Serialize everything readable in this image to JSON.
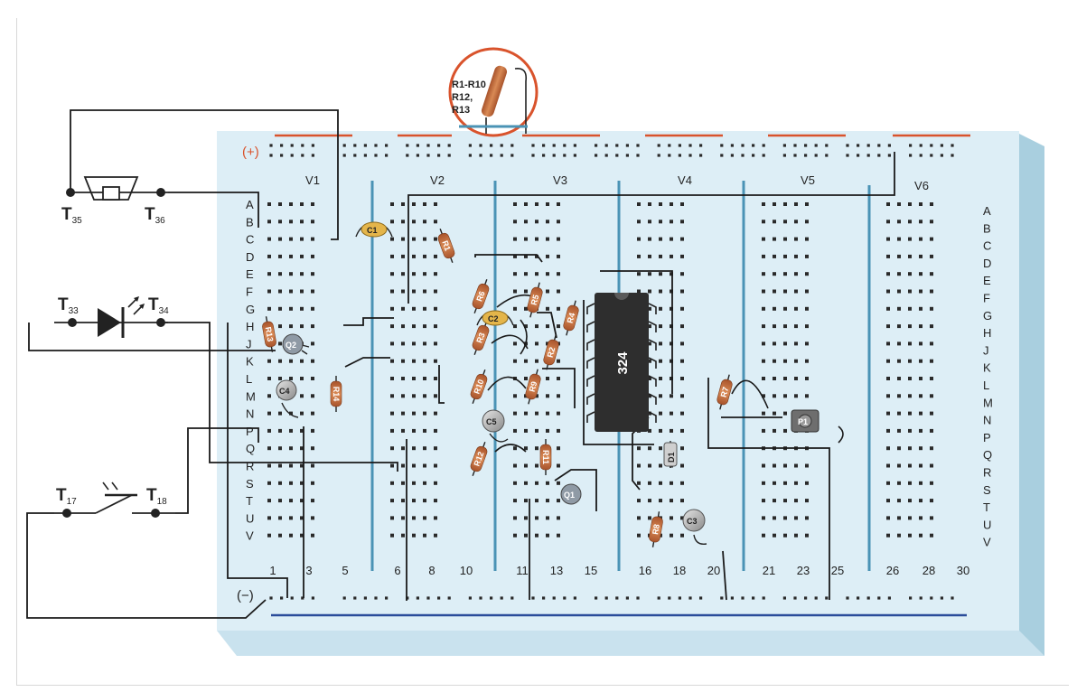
{
  "rails": {
    "plus_label": "(+)",
    "minus_label": "(−)"
  },
  "voltage_sections": [
    "V1",
    "V2",
    "V3",
    "V4",
    "V5",
    "V6"
  ],
  "row_labels_left": [
    "A",
    "B",
    "C",
    "D",
    "E",
    "F",
    "G",
    "H",
    "J",
    "K",
    "L",
    "M",
    "N",
    "P",
    "Q",
    "R",
    "S",
    "T",
    "U",
    "V"
  ],
  "row_labels_right": [
    "A",
    "B",
    "C",
    "D",
    "E",
    "F",
    "G",
    "H",
    "J",
    "K",
    "L",
    "M",
    "N",
    "P",
    "Q",
    "R",
    "S",
    "T",
    "U",
    "V"
  ],
  "column_labels": [
    "1",
    "3",
    "5",
    "6",
    "8",
    "10",
    "11",
    "13",
    "15",
    "16",
    "18",
    "20",
    "21",
    "23",
    "25",
    "26",
    "28",
    "30"
  ],
  "terminals": {
    "t35": {
      "main": "T",
      "sub": "35"
    },
    "t36": {
      "main": "T",
      "sub": "36"
    },
    "t33": {
      "main": "T",
      "sub": "33"
    },
    "t34": {
      "main": "T",
      "sub": "34"
    },
    "t17": {
      "main": "T",
      "sub": "17"
    },
    "t18": {
      "main": "T",
      "sub": "18"
    }
  },
  "callout": {
    "line1": "R1-R10",
    "line2": "R12,",
    "line3": "R13"
  },
  "chip_label": "324",
  "components": {
    "r1": "R1",
    "r2": "R2",
    "r3": "R3",
    "r4": "R4",
    "r5": "R5",
    "r6": "R6",
    "r7": "R7",
    "r8": "R8",
    "r9": "R9",
    "r10": "R10",
    "r11": "R11",
    "r12": "R12",
    "r13": "R13",
    "r14": "R14",
    "c1": "C1",
    "c2": "C2",
    "c3": "C3",
    "c4": "C4",
    "c5": "C5",
    "q1": "Q1",
    "q2": "Q2",
    "d1": "D1",
    "p1": "P1"
  },
  "colors": {
    "board": "#ddeef6",
    "board_side": "#a9cfdf",
    "rail_red": "#d9532c",
    "rail_blue": "#2a4c9a",
    "divider": "#4a93b5",
    "resistor": "#c86a3a",
    "chip": "#2e2e2e",
    "wire": "#1a1a1a"
  }
}
